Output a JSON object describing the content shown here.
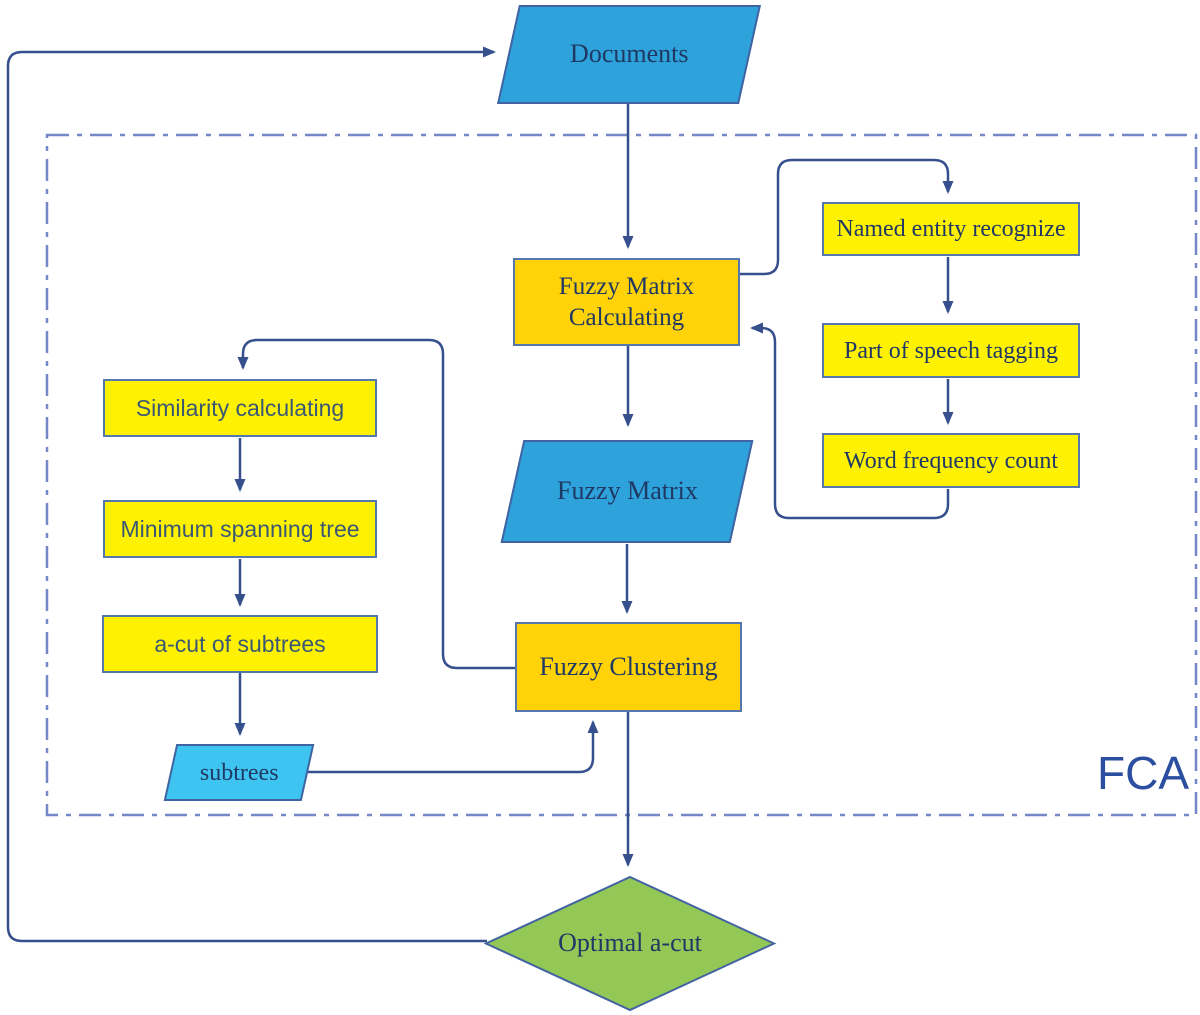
{
  "colors": {
    "blue": "#2ea2db",
    "cyan": "#3ec4f0",
    "gold": "#ffd307",
    "yellow": "#fff102",
    "green": "#93c857",
    "rect_border": "#5577ad",
    "shape_border": "#4263a2",
    "line": "#35508c",
    "dash": "#7488c8",
    "serif_text": "#1f3864",
    "sans_text": "#3a5874",
    "fca": "#2b4ea0"
  },
  "diagram": {
    "region_label": "FCA",
    "nodes": {
      "documents": {
        "label": "Documents",
        "shape": "parallelogram"
      },
      "fuzzy_matrix_calculating": {
        "label": "Fuzzy Matrix\nCalculating",
        "shape": "rectangle"
      },
      "named_entity_recognize": {
        "label": "Named entity recognize",
        "shape": "rectangle"
      },
      "part_of_speech_tagging": {
        "label": "Part of speech tagging",
        "shape": "rectangle"
      },
      "word_frequency_count": {
        "label": "Word frequency count",
        "shape": "rectangle"
      },
      "fuzzy_matrix": {
        "label": "Fuzzy Matrix",
        "shape": "parallelogram"
      },
      "fuzzy_clustering": {
        "label": "Fuzzy Clustering",
        "shape": "rectangle"
      },
      "similarity_calculating": {
        "label": "Similarity calculating",
        "shape": "rectangle"
      },
      "minimum_spanning_tree": {
        "label": "Minimum spanning tree",
        "shape": "rectangle"
      },
      "a_cut_of_subtrees": {
        "label": "a-cut of subtrees",
        "shape": "rectangle"
      },
      "subtrees": {
        "label": "subtrees",
        "shape": "parallelogram"
      },
      "optimal_a_cut": {
        "label": "Optimal a-cut",
        "shape": "diamond"
      }
    },
    "edges": [
      {
        "from": "optimal_a_cut",
        "to": "documents"
      },
      {
        "from": "documents",
        "to": "fuzzy_matrix_calculating"
      },
      {
        "from": "fuzzy_matrix_calculating",
        "to": "named_entity_recognize"
      },
      {
        "from": "named_entity_recognize",
        "to": "part_of_speech_tagging"
      },
      {
        "from": "part_of_speech_tagging",
        "to": "word_frequency_count"
      },
      {
        "from": "word_frequency_count",
        "to": "fuzzy_matrix_calculating"
      },
      {
        "from": "fuzzy_matrix_calculating",
        "to": "fuzzy_matrix"
      },
      {
        "from": "fuzzy_matrix",
        "to": "fuzzy_clustering"
      },
      {
        "from": "fuzzy_clustering",
        "to": "similarity_calculating"
      },
      {
        "from": "similarity_calculating",
        "to": "minimum_spanning_tree"
      },
      {
        "from": "minimum_spanning_tree",
        "to": "a_cut_of_subtrees"
      },
      {
        "from": "a_cut_of_subtrees",
        "to": "subtrees"
      },
      {
        "from": "subtrees",
        "to": "fuzzy_clustering"
      },
      {
        "from": "fuzzy_clustering",
        "to": "optimal_a_cut"
      }
    ]
  }
}
